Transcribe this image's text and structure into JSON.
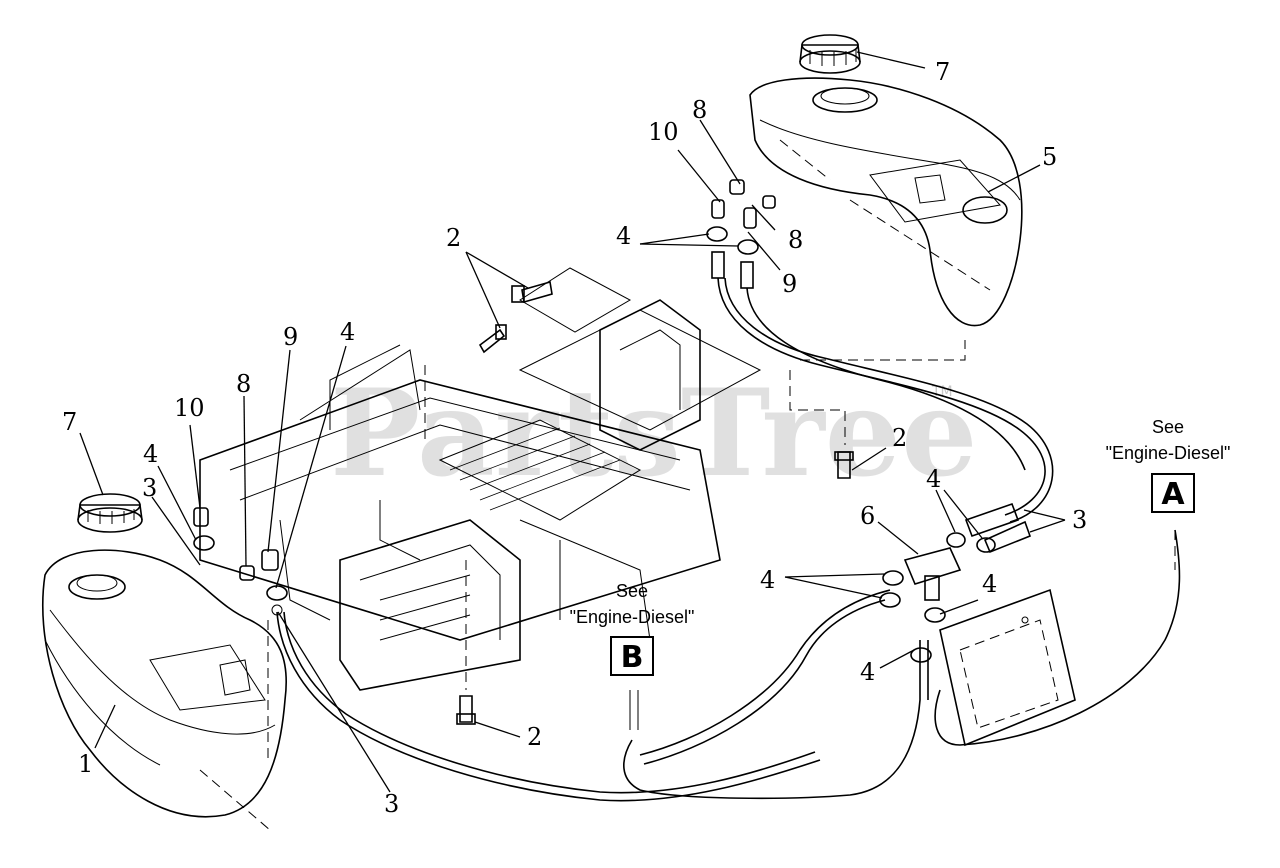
{
  "callouts": {
    "c1_tank_left": "1",
    "c2_bolt_top": "2",
    "c2_bolt_mid": "2",
    "c2_bolt_bottom": "2",
    "c3_left_upper": "3",
    "c3_left_lower": "3",
    "c3_right": "3",
    "c4_right_upper": "4",
    "c4_left_top": "4",
    "c4_left_mid": "4",
    "c4_tee_top": "4",
    "c4_tee_left": "4",
    "c4_tee_right": "4",
    "c4_tee_bottom": "4",
    "c5_tank_right": "5",
    "c6_tee": "6",
    "c7_cap_right": "7",
    "c7_cap_left": "7",
    "c8_right_upper": "8",
    "c8_right_lower": "8",
    "c8_left": "8",
    "c9_right": "9",
    "c9_left": "9",
    "c10_right": "10",
    "c10_left": "10"
  },
  "references": {
    "a": {
      "see": "See",
      "target": "\"Engine-Diesel\"",
      "letter": "A"
    },
    "b": {
      "see": "See",
      "target": "\"Engine-Diesel\"",
      "letter": "B"
    }
  },
  "watermark": {
    "text": "PartsTree",
    "tm": "TM"
  }
}
